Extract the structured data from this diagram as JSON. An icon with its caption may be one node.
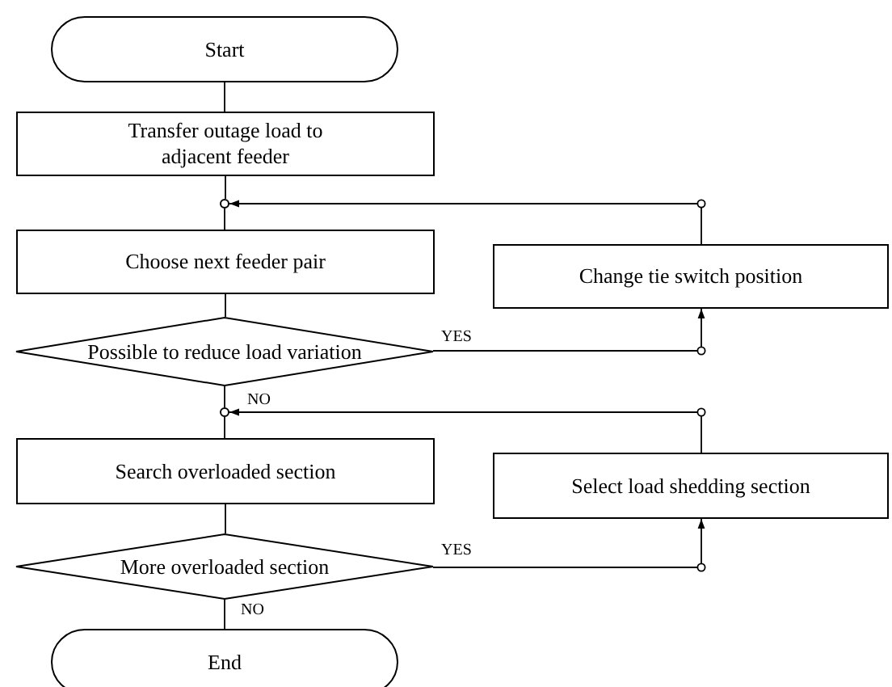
{
  "diagram": {
    "nodes": [
      {
        "text": [
          "Start"
        ]
      },
      {
        "text": [
          "Transfer outage load to adjacent feeder"
        ]
      },
      {
        "text": [],
        "shape": "circle"
      },
      {
        "text": [
          "Choose next feeder pair"
        ]
      },
      {
        "text": [
          "Possible to reduce load variation"
        ]
      },
      {
        "text": [],
        "shape": "circle"
      },
      {
        "text": [
          "Search overloaded section"
        ]
      },
      {
        "text": [
          "More overloaded section"
        ]
      },
      {
        "text": [
          "End"
        ]
      },
      {
        "text": [
          "Change tie switch position"
        ]
      },
      {
        "text": [
          "Select load shedding section"
        ]
      }
    ],
    "edges": [
      {
        "from": 0,
        "to": 1,
        "arrow": "none"
      },
      {
        "from": 1,
        "to": 2,
        "arrow": "none"
      },
      {
        "from": 2,
        "to": 3,
        "arrow": "none"
      },
      {
        "from": 3,
        "to": 4,
        "arrow": "none"
      },
      {
        "from": 4,
        "to": 9,
        "arrow": "to",
        "label": "YES"
      },
      {
        "from": 9,
        "to": 2,
        "arrow": "to"
      },
      {
        "from": 4,
        "to": 5,
        "arrow": "none",
        "label": "NO"
      },
      {
        "from": 5,
        "to": 6,
        "arrow": "none"
      },
      {
        "from": 6,
        "to": 7,
        "arrow": "none"
      },
      {
        "from": 7,
        "to": 10,
        "arrow": "to",
        "label": "YES"
      },
      {
        "from": 10,
        "to": 5,
        "arrow": "to"
      },
      {
        "from": 7,
        "to": 8,
        "arrow": "none",
        "label": "NO"
      }
    ]
  }
}
